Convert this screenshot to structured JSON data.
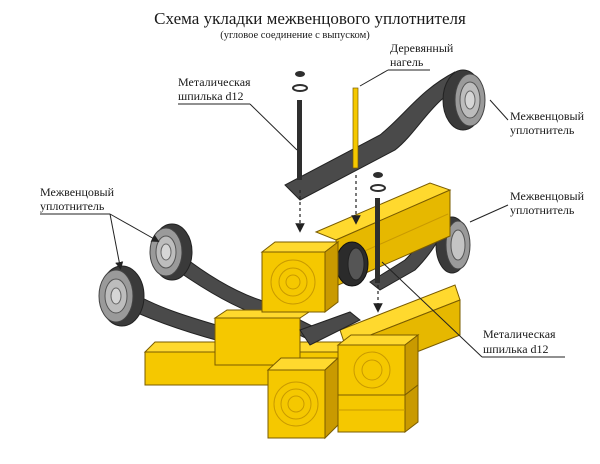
{
  "title": "Схема укладки межвенцового уплотнителя",
  "subtitle": "(угловое соединение с выпуском)",
  "labels": {
    "wood_dowel": [
      "Деревянный",
      "нагель"
    ],
    "metal_stud_top": [
      "Металическая",
      "шпилька d12"
    ],
    "metal_stud_bottom": [
      "Металическая",
      "шпилька d12"
    ],
    "seal_top_right": [
      "Межвенцовый",
      "уплотнитель"
    ],
    "seal_mid_right": [
      "Межвенцовый",
      "уплотнитель"
    ],
    "seal_left": [
      "Межвенцовый",
      "уплотнитель"
    ]
  },
  "colors": {
    "timber": "#f5c800",
    "timber_dark": "#c99a00",
    "timber_edge": "#7a5c00",
    "seal": "#4a4a4a",
    "seal_dark": "#2b2b2b",
    "seal_light": "#8a8a8a",
    "stud": "#2e2e2e",
    "line": "#222222"
  }
}
